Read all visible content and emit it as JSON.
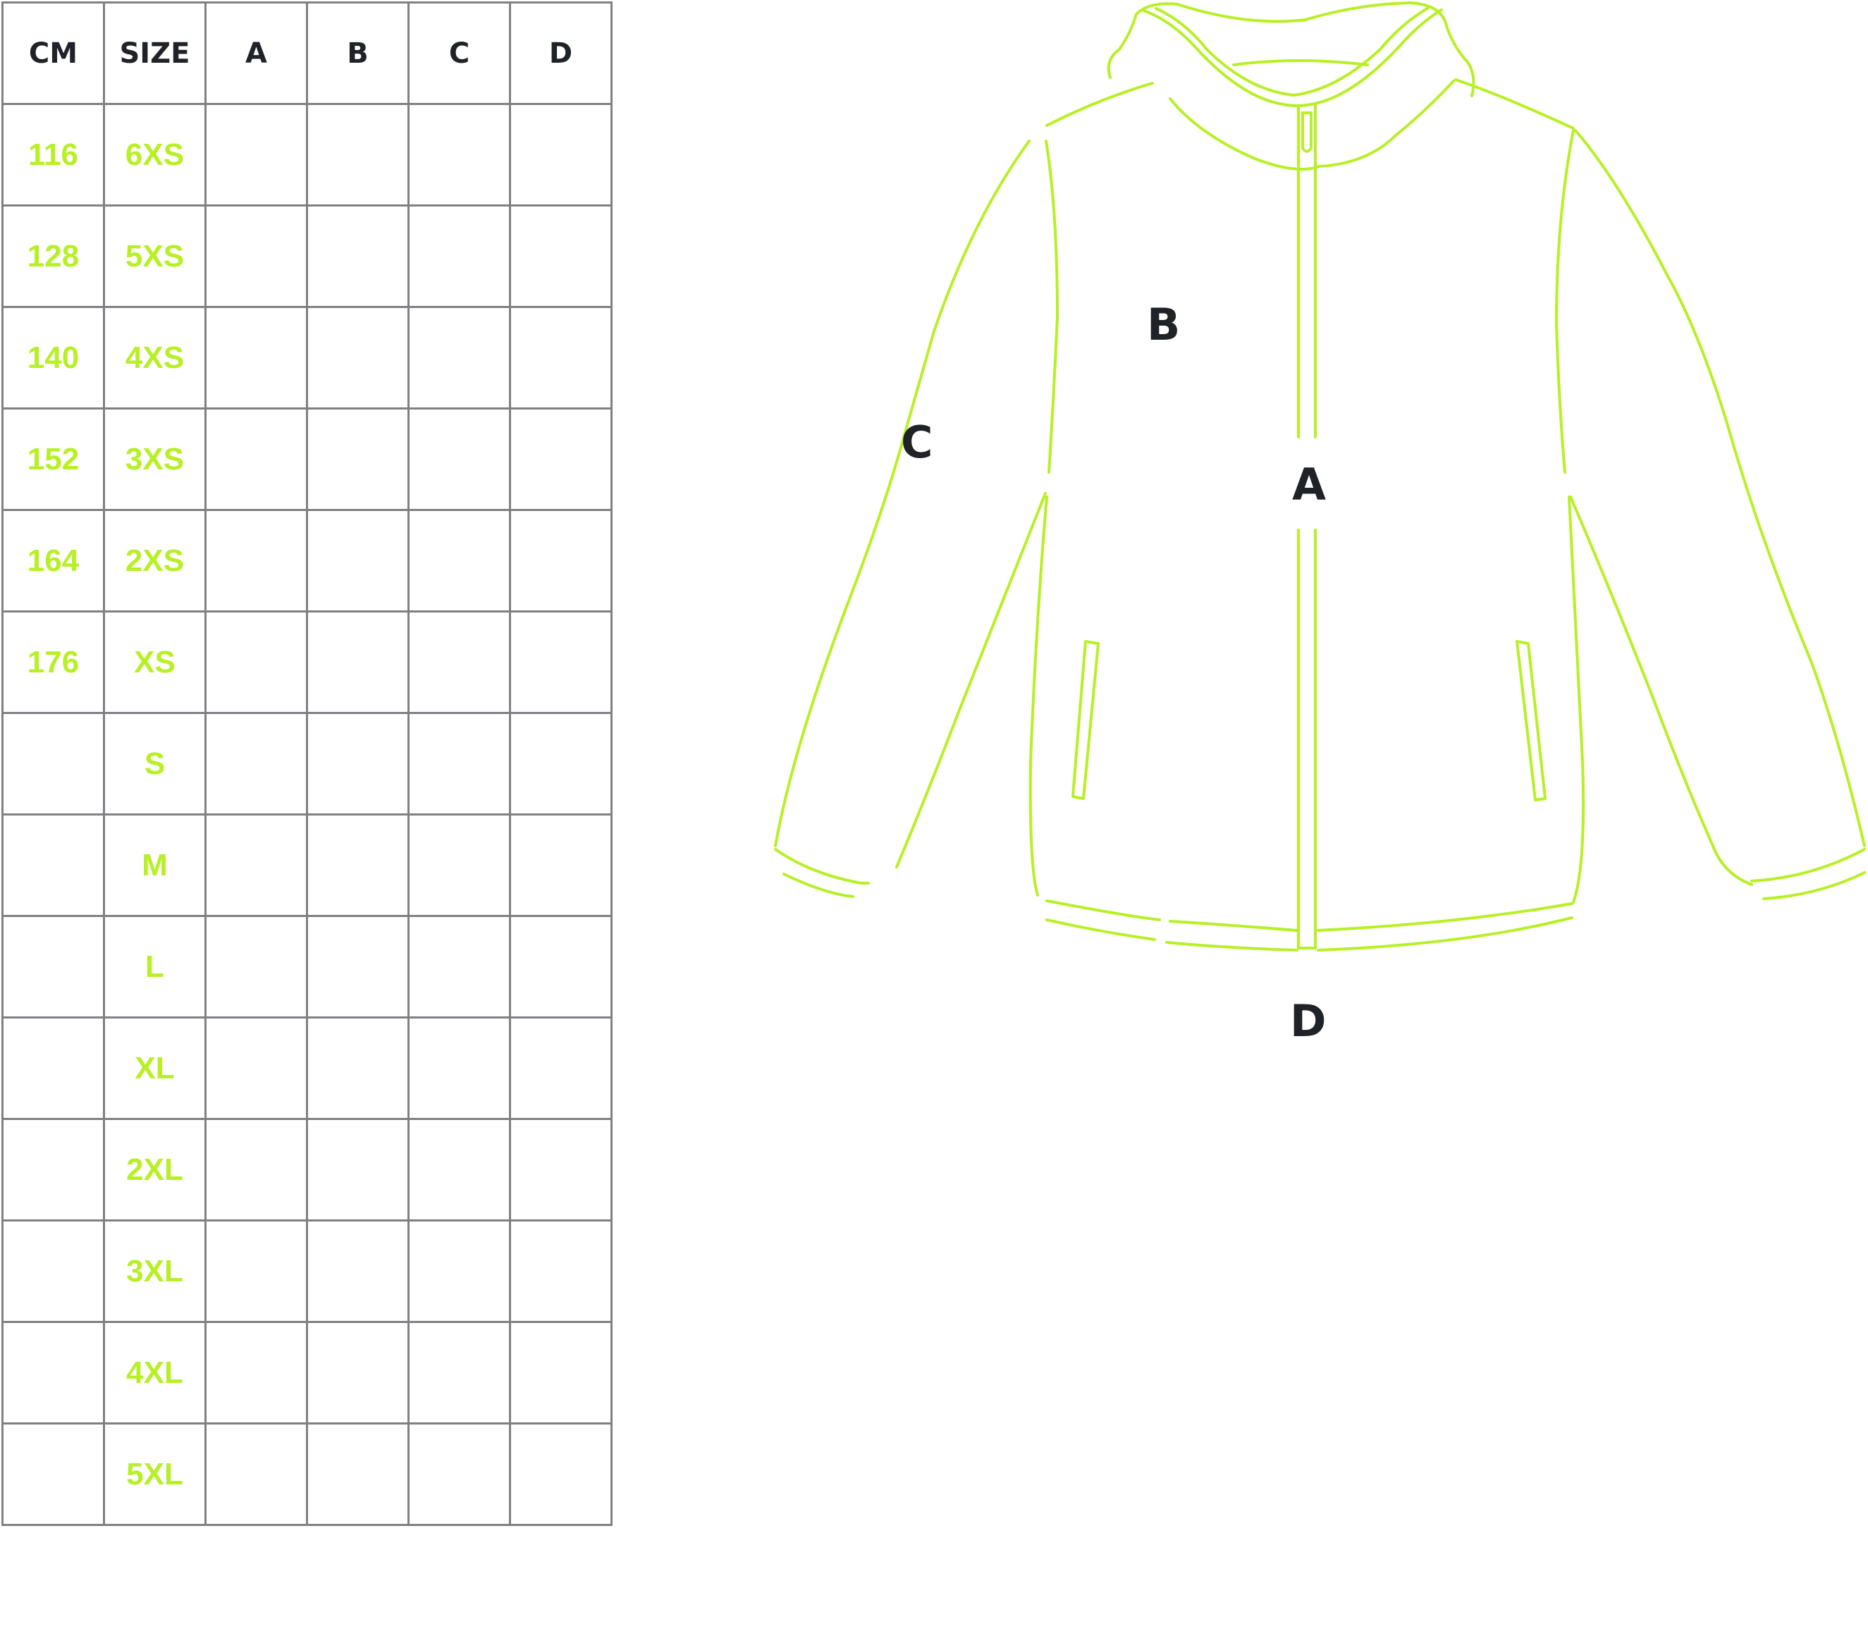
{
  "table": {
    "headers": [
      "CM",
      "SIZE",
      "A",
      "B",
      "C",
      "D"
    ],
    "rows": [
      {
        "cm": "116",
        "size": "6XS"
      },
      {
        "cm": "128",
        "size": "5XS"
      },
      {
        "cm": "140",
        "size": "4XS"
      },
      {
        "cm": "152",
        "size": "3XS"
      },
      {
        "cm": "164",
        "size": "2XS"
      },
      {
        "cm": "176",
        "size": "XS"
      },
      {
        "cm": "",
        "size": "S"
      },
      {
        "cm": "",
        "size": "M"
      },
      {
        "cm": "",
        "size": "L"
      },
      {
        "cm": "",
        "size": "XL"
      },
      {
        "cm": "",
        "size": "2XL"
      },
      {
        "cm": "",
        "size": "3XL"
      },
      {
        "cm": "",
        "size": "4XL"
      },
      {
        "cm": "",
        "size": "5XL"
      }
    ]
  },
  "diagram": {
    "labels": {
      "a": "A",
      "b": "B",
      "c": "C",
      "d": "D"
    },
    "colors": {
      "outline": "#b7f024",
      "grid": "#7f7f84",
      "text": "#1f2226"
    }
  }
}
